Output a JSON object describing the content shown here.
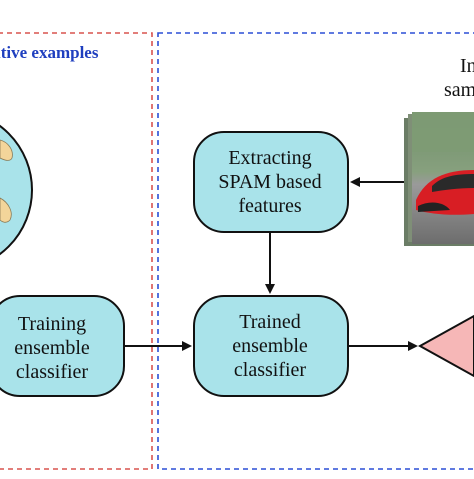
{
  "left_panel": {
    "title": "itive examples",
    "border_color": "#d9534f",
    "title_color": "#1f3fbf"
  },
  "right_panel": {
    "border_color": "#2b4fd6",
    "input_label_line1": "In",
    "input_label_line2": "sam"
  },
  "nodes": {
    "extract": {
      "lines": [
        "Extracting",
        "SPAM based",
        "features"
      ]
    },
    "train": {
      "lines": [
        "Training",
        "ensemble",
        "classifier"
      ]
    },
    "trained": {
      "lines": [
        "Trained",
        "ensemble",
        "classifier"
      ]
    }
  },
  "colors": {
    "node_fill": "#a9e3ea",
    "node_stroke": "#111111",
    "arrow": "#111111",
    "globe_fill": "#a9e3ea",
    "globe_land": "#f3d59a",
    "output_fill": "#f6b7b7"
  }
}
